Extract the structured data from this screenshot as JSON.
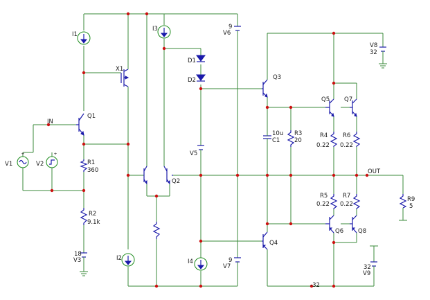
{
  "components": {
    "I1": {
      "name": "I1"
    },
    "I2": {
      "name": "I2"
    },
    "I3": {
      "name": "I3"
    },
    "I4": {
      "name": "I4"
    },
    "X1": {
      "name": "X1"
    },
    "Q1": {
      "name": "Q1"
    },
    "Q2": {
      "name": "Q2"
    },
    "Q3": {
      "name": "Q3"
    },
    "Q4": {
      "name": "Q4"
    },
    "Q5": {
      "name": "Q5"
    },
    "Q6": {
      "name": "Q6"
    },
    "Q7": {
      "name": "Q7"
    },
    "Q8": {
      "name": "Q8"
    },
    "D1": {
      "name": "D1"
    },
    "D2": {
      "name": "D2"
    },
    "V1": {
      "name": "V1"
    },
    "V2": {
      "name": "V2"
    },
    "V3": {
      "name": "V3",
      "value": "18"
    },
    "V5": {
      "name": "V5"
    },
    "V6": {
      "name": "V6",
      "value": "9"
    },
    "V7": {
      "name": "V7",
      "value": "9"
    },
    "V8": {
      "name": "V8",
      "value": "32"
    },
    "V9": {
      "name": "V9",
      "value": "32"
    },
    "R1": {
      "name": "R1",
      "value": "360"
    },
    "R2": {
      "name": "R2",
      "value": "9.1k"
    },
    "R3": {
      "name": "R3",
      "value": "20"
    },
    "R4": {
      "name": "R4",
      "value": "0.22"
    },
    "R5": {
      "name": "R5",
      "value": "0.22"
    },
    "R6": {
      "name": "R6",
      "value": "0.22"
    },
    "R7": {
      "name": "R7",
      "value": "0.22"
    },
    "R9": {
      "name": "R9",
      "value": "5"
    },
    "C1": {
      "name": "C1",
      "value": "10u"
    }
  },
  "nets": {
    "in": "IN",
    "out": "OUT",
    "neg_rail": "-32"
  },
  "colors": {
    "wire": "#3a8a3a",
    "component": "#1a1aaa",
    "junction": "#cc1111",
    "text": "#1a1a1a"
  }
}
